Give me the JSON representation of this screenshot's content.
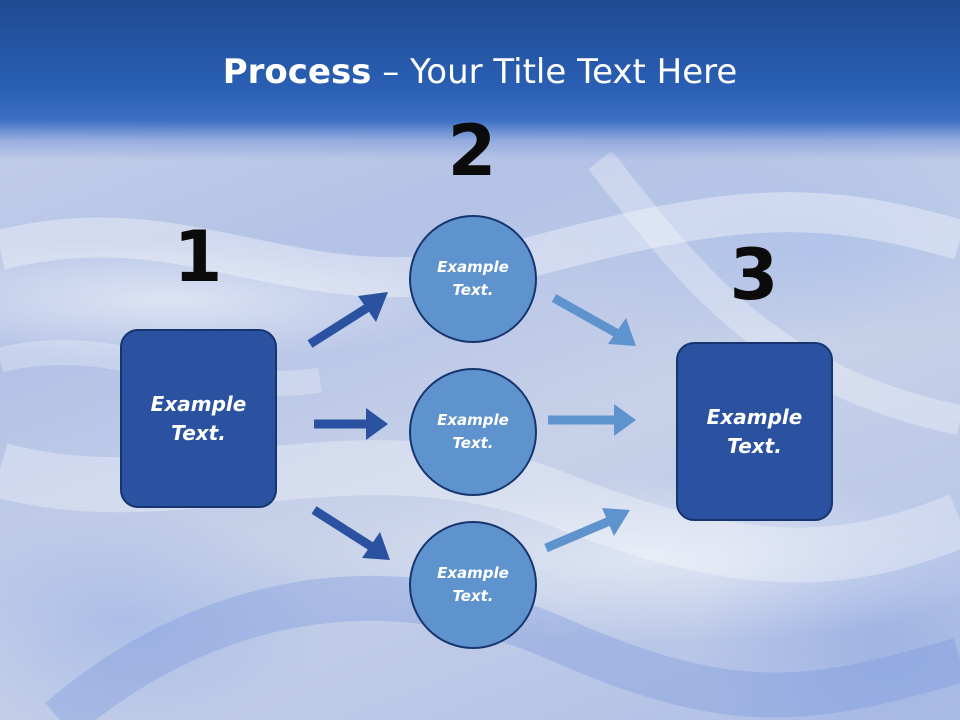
{
  "title": {
    "bold": "Process",
    "rest": " – Your Title Text Here"
  },
  "steps": {
    "step1": {
      "number": "1",
      "label": "Example Text."
    },
    "step2": {
      "number": "2",
      "items": [
        "Example Text.",
        "Example Text.",
        "Example Text."
      ]
    },
    "step3": {
      "number": "3",
      "label": "Example Text."
    }
  },
  "colors": {
    "box": "#2a52a0",
    "circle": "#5f93cd",
    "arrow_dark": "#2a52a0",
    "arrow_light": "#5f93cd"
  }
}
